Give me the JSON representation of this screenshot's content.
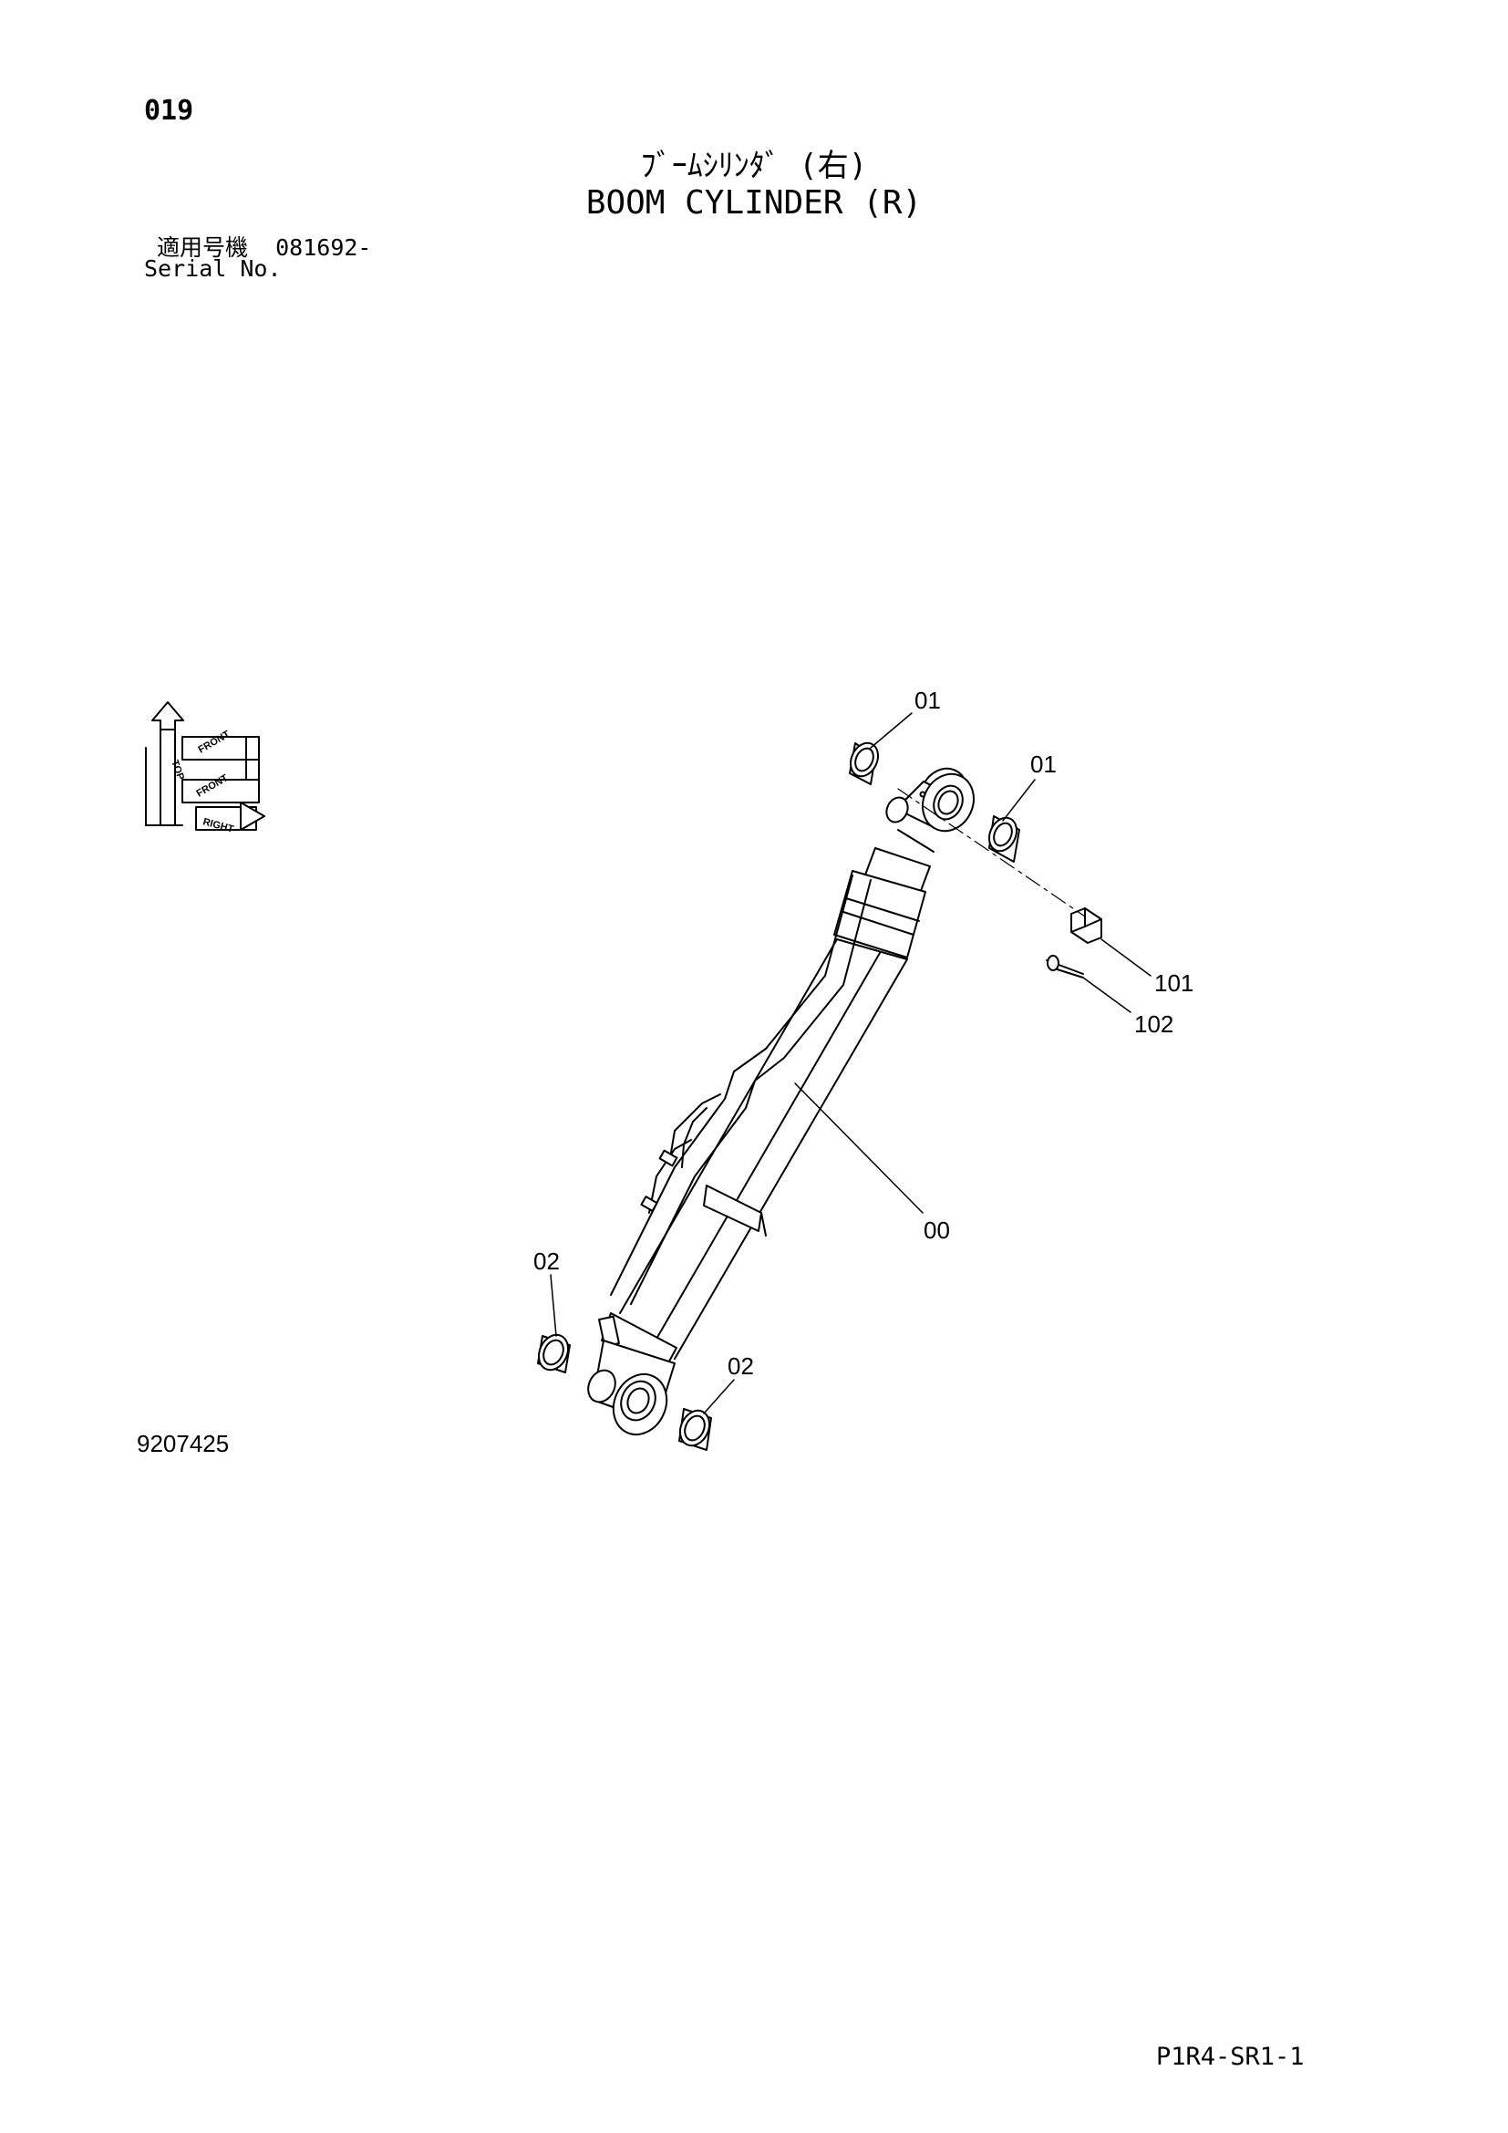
{
  "page_number": "019",
  "title_jp": "ﾌﾞｰﾑｼﾘﾝﾀﾞ (右)",
  "title_en": "BOOM CYLINDER (R)",
  "serial": {
    "label_jp": "適用号機",
    "value": "081692-",
    "label_en": "Serial No."
  },
  "orientation": {
    "top": "TOP",
    "front": "FRONT",
    "right": "RIGHT"
  },
  "callouts": {
    "bushing_top_left": "01",
    "bushing_top_right": "01",
    "nut": "101",
    "cotter_pin": "102",
    "cylinder": "00",
    "bushing_bottom_left": "02",
    "bushing_bottom_right": "02"
  },
  "figure_number": "9207425",
  "sheet_code": "P1R4-SR1-1"
}
